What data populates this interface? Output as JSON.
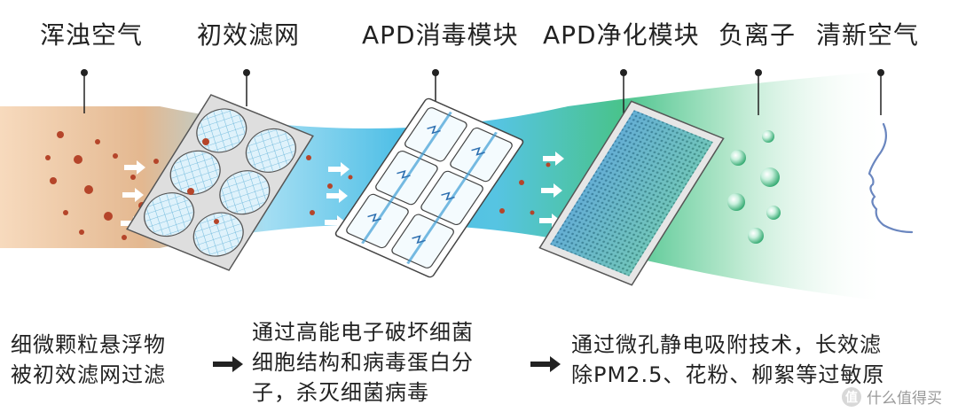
{
  "stages": {
    "dirty_air": "浑浊空气",
    "primary_filter": "初效滤网",
    "apd_disinfect": "APD消毒模块",
    "apd_purify": "APD净化模块",
    "negative_ion": "负离子",
    "fresh_air": "清新空气"
  },
  "captions": {
    "filter": [
      "细微颗粒悬浮物",
      "被初效滤网过滤"
    ],
    "disinfect": [
      "通过高能电子破坏细菌",
      "细胞结构和病毒蛋白分",
      "子，杀灭细菌病毒"
    ],
    "purify": [
      "通过微孔静电吸附技术，长效滤",
      "除PM2.5、花粉、柳絮等过敏原"
    ]
  },
  "watermark": {
    "text": "什么值得买",
    "logo": "值"
  },
  "colors": {
    "dirty": "#e8b98a",
    "blue": "#5ec3ea",
    "green": "#4fc58a",
    "particle": "#b5452a",
    "arrow": "#222222"
  }
}
